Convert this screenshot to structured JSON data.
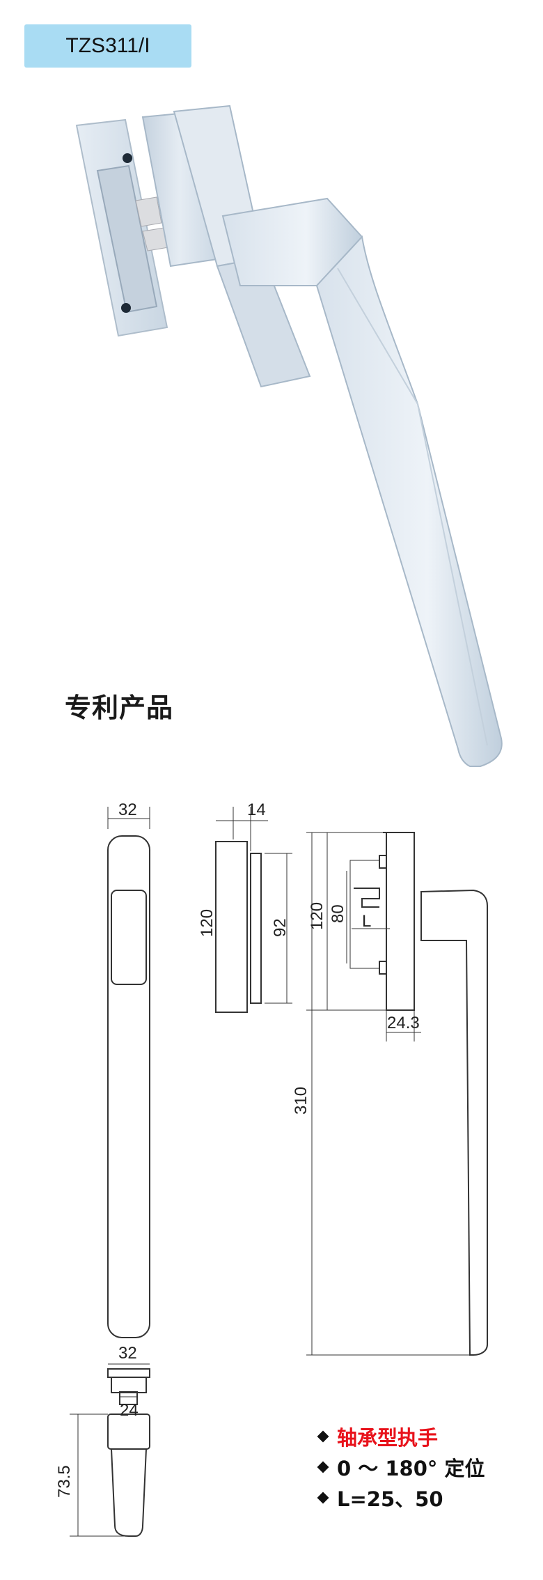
{
  "header": {
    "model": "TZS311/I"
  },
  "product": {
    "patent_label": "专利产品"
  },
  "dimensions": {
    "front_width": "32",
    "side_thickness": "14",
    "side_base_height": "120",
    "side_inner_height": "92",
    "main_base_height": "120",
    "main_inner_height": "80",
    "spindle_label": "L",
    "main_depth": "24.3",
    "main_total_length": "310",
    "bottom_top_width": "32",
    "bottom_inner_width": "24",
    "bottom_height": "73.5"
  },
  "features": [
    {
      "text": "轴承型执手",
      "color": "#e8121b"
    },
    {
      "text": "0 ～ 180° 定位",
      "color": "#111111"
    },
    {
      "text": "L=25、50",
      "color": "#111111"
    }
  ]
}
